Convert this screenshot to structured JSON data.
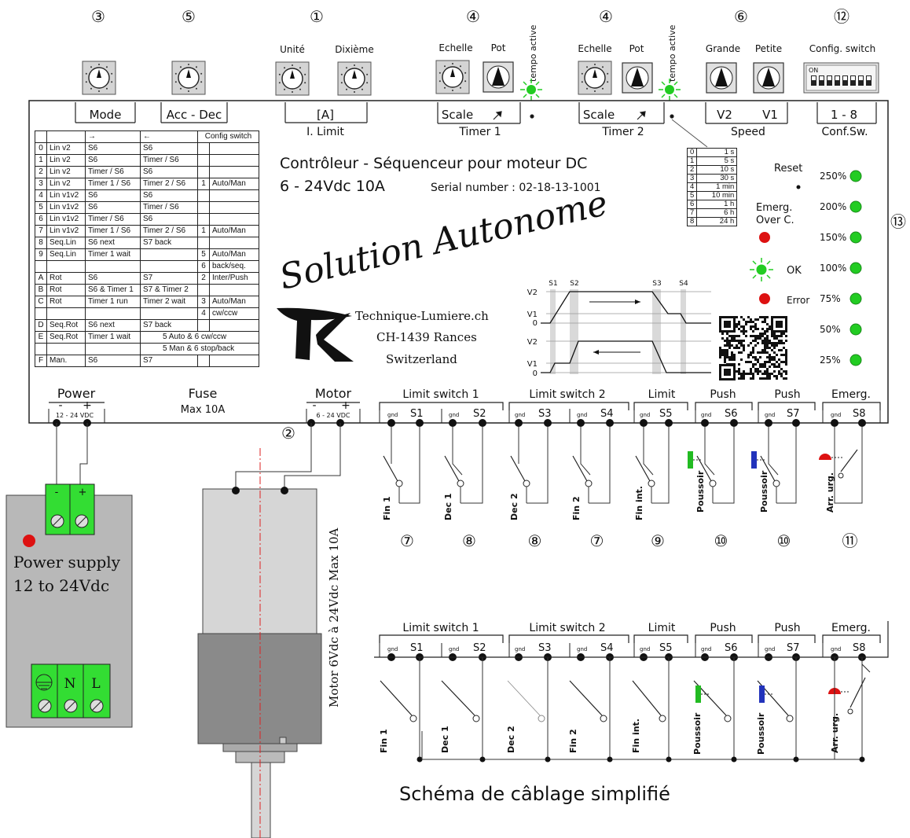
{
  "knobs": {
    "n3": "③",
    "n5": "⑤",
    "n1": "①",
    "n4a": "④",
    "n4b": "④",
    "n6": "⑥",
    "n12": "⑫",
    "n13": "⑬",
    "n2": "②",
    "unite": "Unité",
    "dixieme": "Dixième",
    "echelle1": "Echelle",
    "pot1": "Pot",
    "tempo1": "tempo active",
    "echelle2": "Echelle",
    "pot2": "Pot",
    "tempo2": "tempo active",
    "grande": "Grande",
    "petite": "Petite",
    "config_switch": "Config. switch",
    "on": "ON"
  },
  "panel": {
    "mode": "Mode",
    "accdec": "Acc - Dec",
    "a": "[A]",
    "ilimit": "I. Limit",
    "scale1": "Scale",
    "timer1": "Timer 1",
    "scale2": "Scale",
    "timer2": "Timer 2",
    "v2": "V2",
    "v1": "V1",
    "speed": "Speed",
    "confsw_range": "1 - 8",
    "confsw": "Conf.Sw.",
    "title1": "Contrôleur - Séquenceur pour moteur DC",
    "title2": "6 - 24Vdc 10A",
    "serial": "Serial number : 02-18-13-1001",
    "script": "Solution Autonome",
    "company1": "Technique-Lumiere.ch",
    "company2": "CH-1439 Rances",
    "company3": "Switzerland",
    "reset": "Reset",
    "emerg1": "Emerg.",
    "emerg2": "Over C.",
    "ok": "OK",
    "error": "Error",
    "percents": [
      "250%",
      "200%",
      "150%",
      "100%",
      "75%",
      "50%",
      "25%"
    ]
  },
  "mode_table": {
    "header": [
      "",
      "",
      "→",
      "←",
      "Config switch"
    ],
    "rows": [
      [
        "0",
        "Lin v2",
        "S6",
        "S6",
        "",
        ""
      ],
      [
        "1",
        "Lin v2",
        "S6",
        "Timer / S6",
        "",
        ""
      ],
      [
        "2",
        "Lin v2",
        "Timer / S6",
        "S6",
        "",
        ""
      ],
      [
        "3",
        "Lin v2",
        "Timer 1 / S6",
        "Timer 2 / S6",
        "1",
        "Auto/Man"
      ],
      [
        "4",
        "Lin v1v2",
        "S6",
        "S6",
        "",
        ""
      ],
      [
        "5",
        "Lin v1v2",
        "S6",
        "Timer / S6",
        "",
        ""
      ],
      [
        "6",
        "Lin v1v2",
        "Timer / S6",
        "S6",
        "",
        ""
      ],
      [
        "7",
        "Lin v1v2",
        "Timer 1 / S6",
        "Timer 2 / S6",
        "1",
        "Auto/Man"
      ],
      [
        "8",
        "Seq.Lin",
        "S6 next",
        "S7 back",
        "",
        ""
      ],
      [
        "9",
        "Seq.Lin",
        "Timer 1 wait",
        "",
        "5",
        "Auto/Man"
      ],
      [
        "",
        "",
        "",
        "",
        "6",
        "back/seq."
      ],
      [
        "A",
        "Rot",
        "S6",
        "S7",
        "2",
        "Inter/Push"
      ],
      [
        "B",
        "Rot",
        "S6 & Timer 1",
        "S7 & Timer 2",
        "",
        ""
      ],
      [
        "C",
        "Rot",
        "Timer 1 run",
        "Timer 2 wait",
        "3",
        "Auto/Man"
      ],
      [
        "",
        "",
        "",
        "",
        "4",
        "cw/ccw"
      ],
      [
        "D",
        "Seq.Rot",
        "S6 next",
        "S7 back",
        "",
        ""
      ],
      [
        "E",
        "Seq.Rot",
        "Timer 1 wait",
        "5 Auto & 6 cw/ccw",
        "",
        ""
      ],
      [
        "",
        "",
        "",
        "5 Man & 6 stop/back",
        "",
        ""
      ],
      [
        "F",
        "Man.",
        "S6",
        "S7",
        "",
        ""
      ]
    ]
  },
  "time_table": [
    [
      "0",
      "1 s"
    ],
    [
      "1",
      "5 s"
    ],
    [
      "2",
      "10 s"
    ],
    [
      "3",
      "30 s"
    ],
    [
      "4",
      "1 min"
    ],
    [
      "5",
      "10 min"
    ],
    [
      "6",
      "1 h"
    ],
    [
      "7",
      "6 h"
    ],
    [
      "8",
      "24 h"
    ]
  ],
  "speed_diagram": {
    "s1": "S1",
    "s2": "S2",
    "s3": "S3",
    "s4": "S4",
    "v2a": "V2",
    "v1a": "V1",
    "z0a": "0",
    "v2b": "V2",
    "v1b": "V1",
    "z0b": "0"
  },
  "connectors": {
    "power": "Power",
    "minus": "-",
    "plus": "+",
    "power_range": "12 - 24 VDC",
    "fuse": "Fuse",
    "fuse_val": "Max 10A",
    "motor": "Motor",
    "motor_range": "6 - 24 VDC",
    "ls1": "Limit switch 1",
    "ls2": "Limit switch 2",
    "limit": "Limit",
    "push1": "Push",
    "push2": "Push",
    "emerg": "Emerg.",
    "gnd": "gnd",
    "s": [
      "S1",
      "S2",
      "S3",
      "S4",
      "S5",
      "S6",
      "S7",
      "S8"
    ]
  },
  "switches": {
    "labels": [
      "Fin 1",
      "Dec 1",
      "Dec 2",
      "Fin 2",
      "Fin int.",
      "Poussoir",
      "Poussoir",
      "Arr. urg."
    ],
    "numbers": [
      "⑦",
      "⑧",
      "⑧",
      "⑦",
      "⑨",
      "⑩",
      "⑩",
      "⑪"
    ]
  },
  "psu": {
    "label1": "Power supply",
    "label2": "12 to 24Vdc",
    "minus": "-",
    "plus": "+",
    "n": "N",
    "l": "L"
  },
  "motor_text": "Motor 6Vdc à 24Vdc Max 10A",
  "simplified": {
    "ls1": "Limit switch 1",
    "ls2": "Limit switch 2",
    "limit": "Limit",
    "push1": "Push",
    "push2": "Push",
    "emerg": "Emerg.",
    "caption": "Schéma de câblage simplifié"
  },
  "colors": {
    "led_green": "#22cc22",
    "led_red": "#dd1111",
    "terminal_green": "#33dd33",
    "psu_grey": "#b8b8b8",
    "motor_dark": "#8a8a8a"
  }
}
